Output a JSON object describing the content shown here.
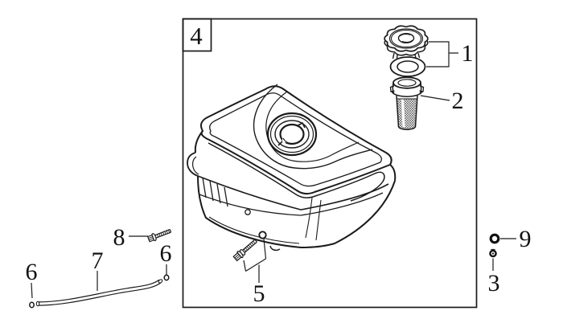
{
  "diagram": {
    "figure_box_label": "4",
    "callouts": {
      "cap_washer": "1",
      "strainer": "2",
      "grommet": "3",
      "drain_bolt_assy": "5",
      "clip_left": "6",
      "clip_right": "6",
      "fuel_tube": "7",
      "flange_bolt": "8",
      "o_ring": "9"
    }
  }
}
